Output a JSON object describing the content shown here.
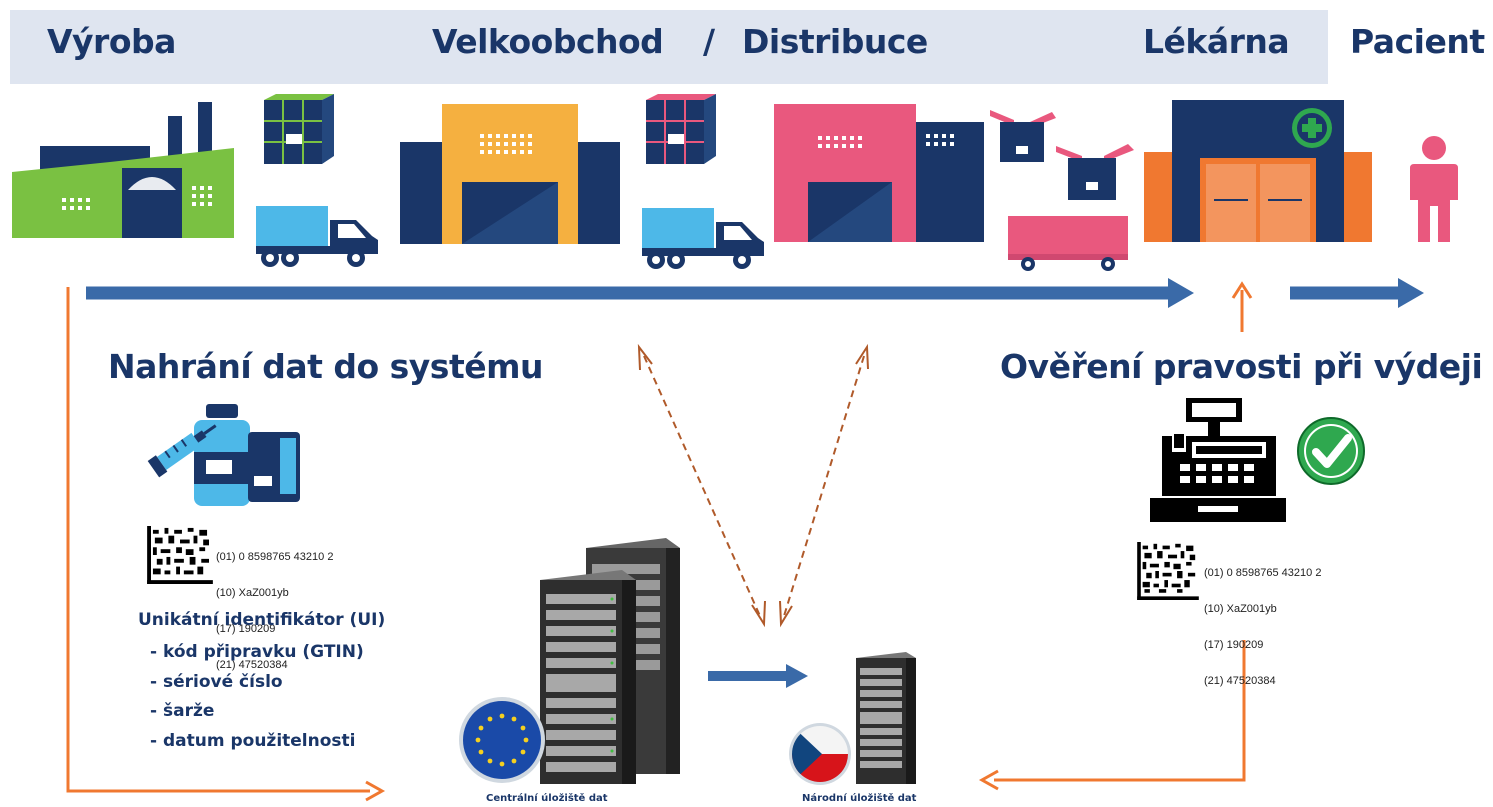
{
  "header": {
    "manufacturing": "Výroba",
    "wholesale": "Velkoobchod",
    "separator": "/",
    "distribution": "Distribuce",
    "pharmacy": "Lékárna",
    "patient": "Pacient"
  },
  "upload": {
    "title": "Nahrání dat do systému",
    "codes": [
      "(01) 0 8598765 43210 2",
      "(10) XaZ001yb",
      "(17) 190209",
      "(21) 47520384"
    ],
    "ui_title": "Unikátní identifikátor  (UI)",
    "ui_items": [
      "-  kód připravku (GTIN)",
      "-  sériové číslo",
      "-  šarže",
      "-  datum použitelnosti"
    ]
  },
  "verification": {
    "title": "Ověření pravosti při výdeji",
    "codes": [
      "(01) 0 8598765 43210 2",
      "(10) XaZ001yb",
      "(17) 190209",
      "(21) 47520384"
    ]
  },
  "storage": {
    "central": "Centrální úložiště dat",
    "national": "Národní úložiště dat"
  },
  "icons": {
    "factory": "factory-icon",
    "pallet": "pallet-boxes-icon",
    "truck": "delivery-truck-icon",
    "warehouse": "warehouse-icon",
    "pharmacy": "pharmacy-building-icon",
    "patient": "person-icon",
    "medicine": "vaccine-medicine-icon",
    "register": "cash-register-icon",
    "check": "checkmark-icon",
    "server": "server-rack-icon",
    "eu": "eu-flag-icon",
    "cz": "czech-flag-icon"
  },
  "colors": {
    "navy": "#1a3668",
    "flow_arrow": "#3a6aa8",
    "orange": "#f07830",
    "green": "#7ac142",
    "yellow": "#f5b040",
    "pink": "#e9587e",
    "light_blue": "#4db8e8",
    "check_green": "#2fa84f",
    "header_band": "#dfe5f0"
  }
}
